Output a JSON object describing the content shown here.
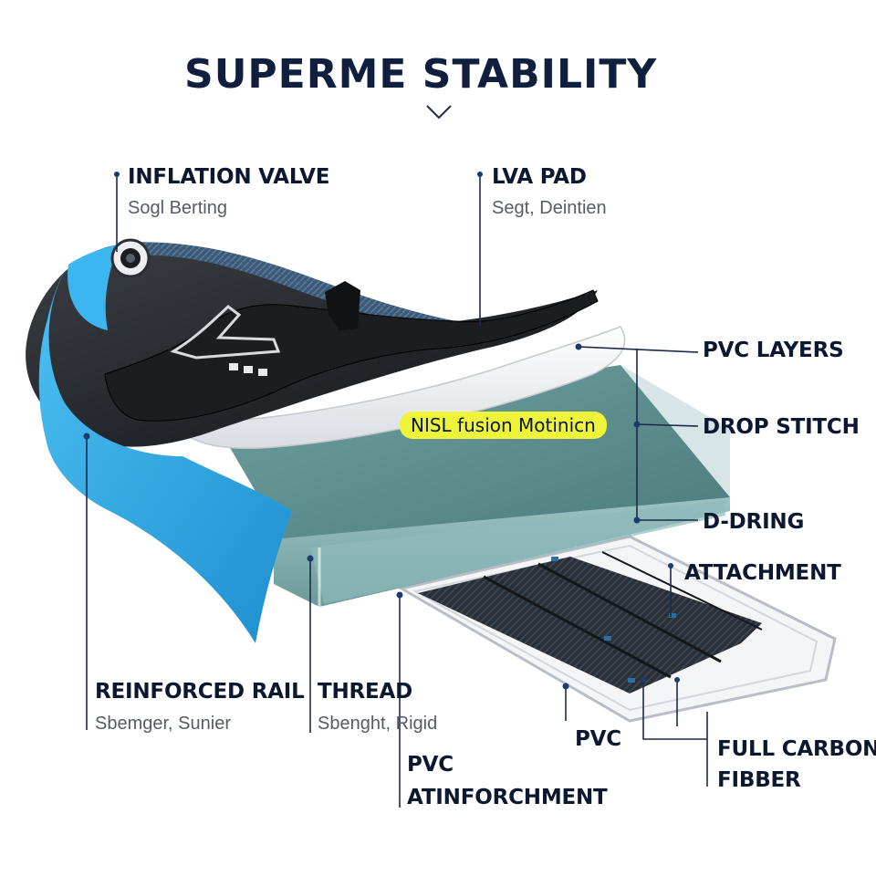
{
  "title": "SUPERME STABILITY",
  "labels": {
    "inflation_valve": "INFLATION VALVE",
    "inflation_valve_sub": "Sogl Berting",
    "lva_pad": "LVA PAD",
    "lva_pad_sub": "Segt, Deintien",
    "pvc_layers": "PVC LAYERS",
    "drop_stitch": "DROP STITCH",
    "d_dring": "D-DRING",
    "attachment": "ATTACHMENT",
    "reinforced_rail": "REINFORCED RAIL",
    "reinforced_rail_sub": "Sbemger, Sunier",
    "thread": "THREAD",
    "thread_sub": "Sbenght, Rigid",
    "pvc_reinforcement_1": "PVC",
    "pvc_reinforcement_2": "ATINFORCHMENT",
    "pvc": "PVC",
    "full_carbon_1": "FULL CARBON",
    "full_carbon_2": "FIBBER"
  },
  "badge": "NISL fusion Motinicn",
  "colors": {
    "navy": "#0f1f3d",
    "blue_rail": "#29a7e6",
    "teal_core": "#5b8b8a",
    "carbon": "#2a2d31",
    "highlight": "#eef43a"
  }
}
